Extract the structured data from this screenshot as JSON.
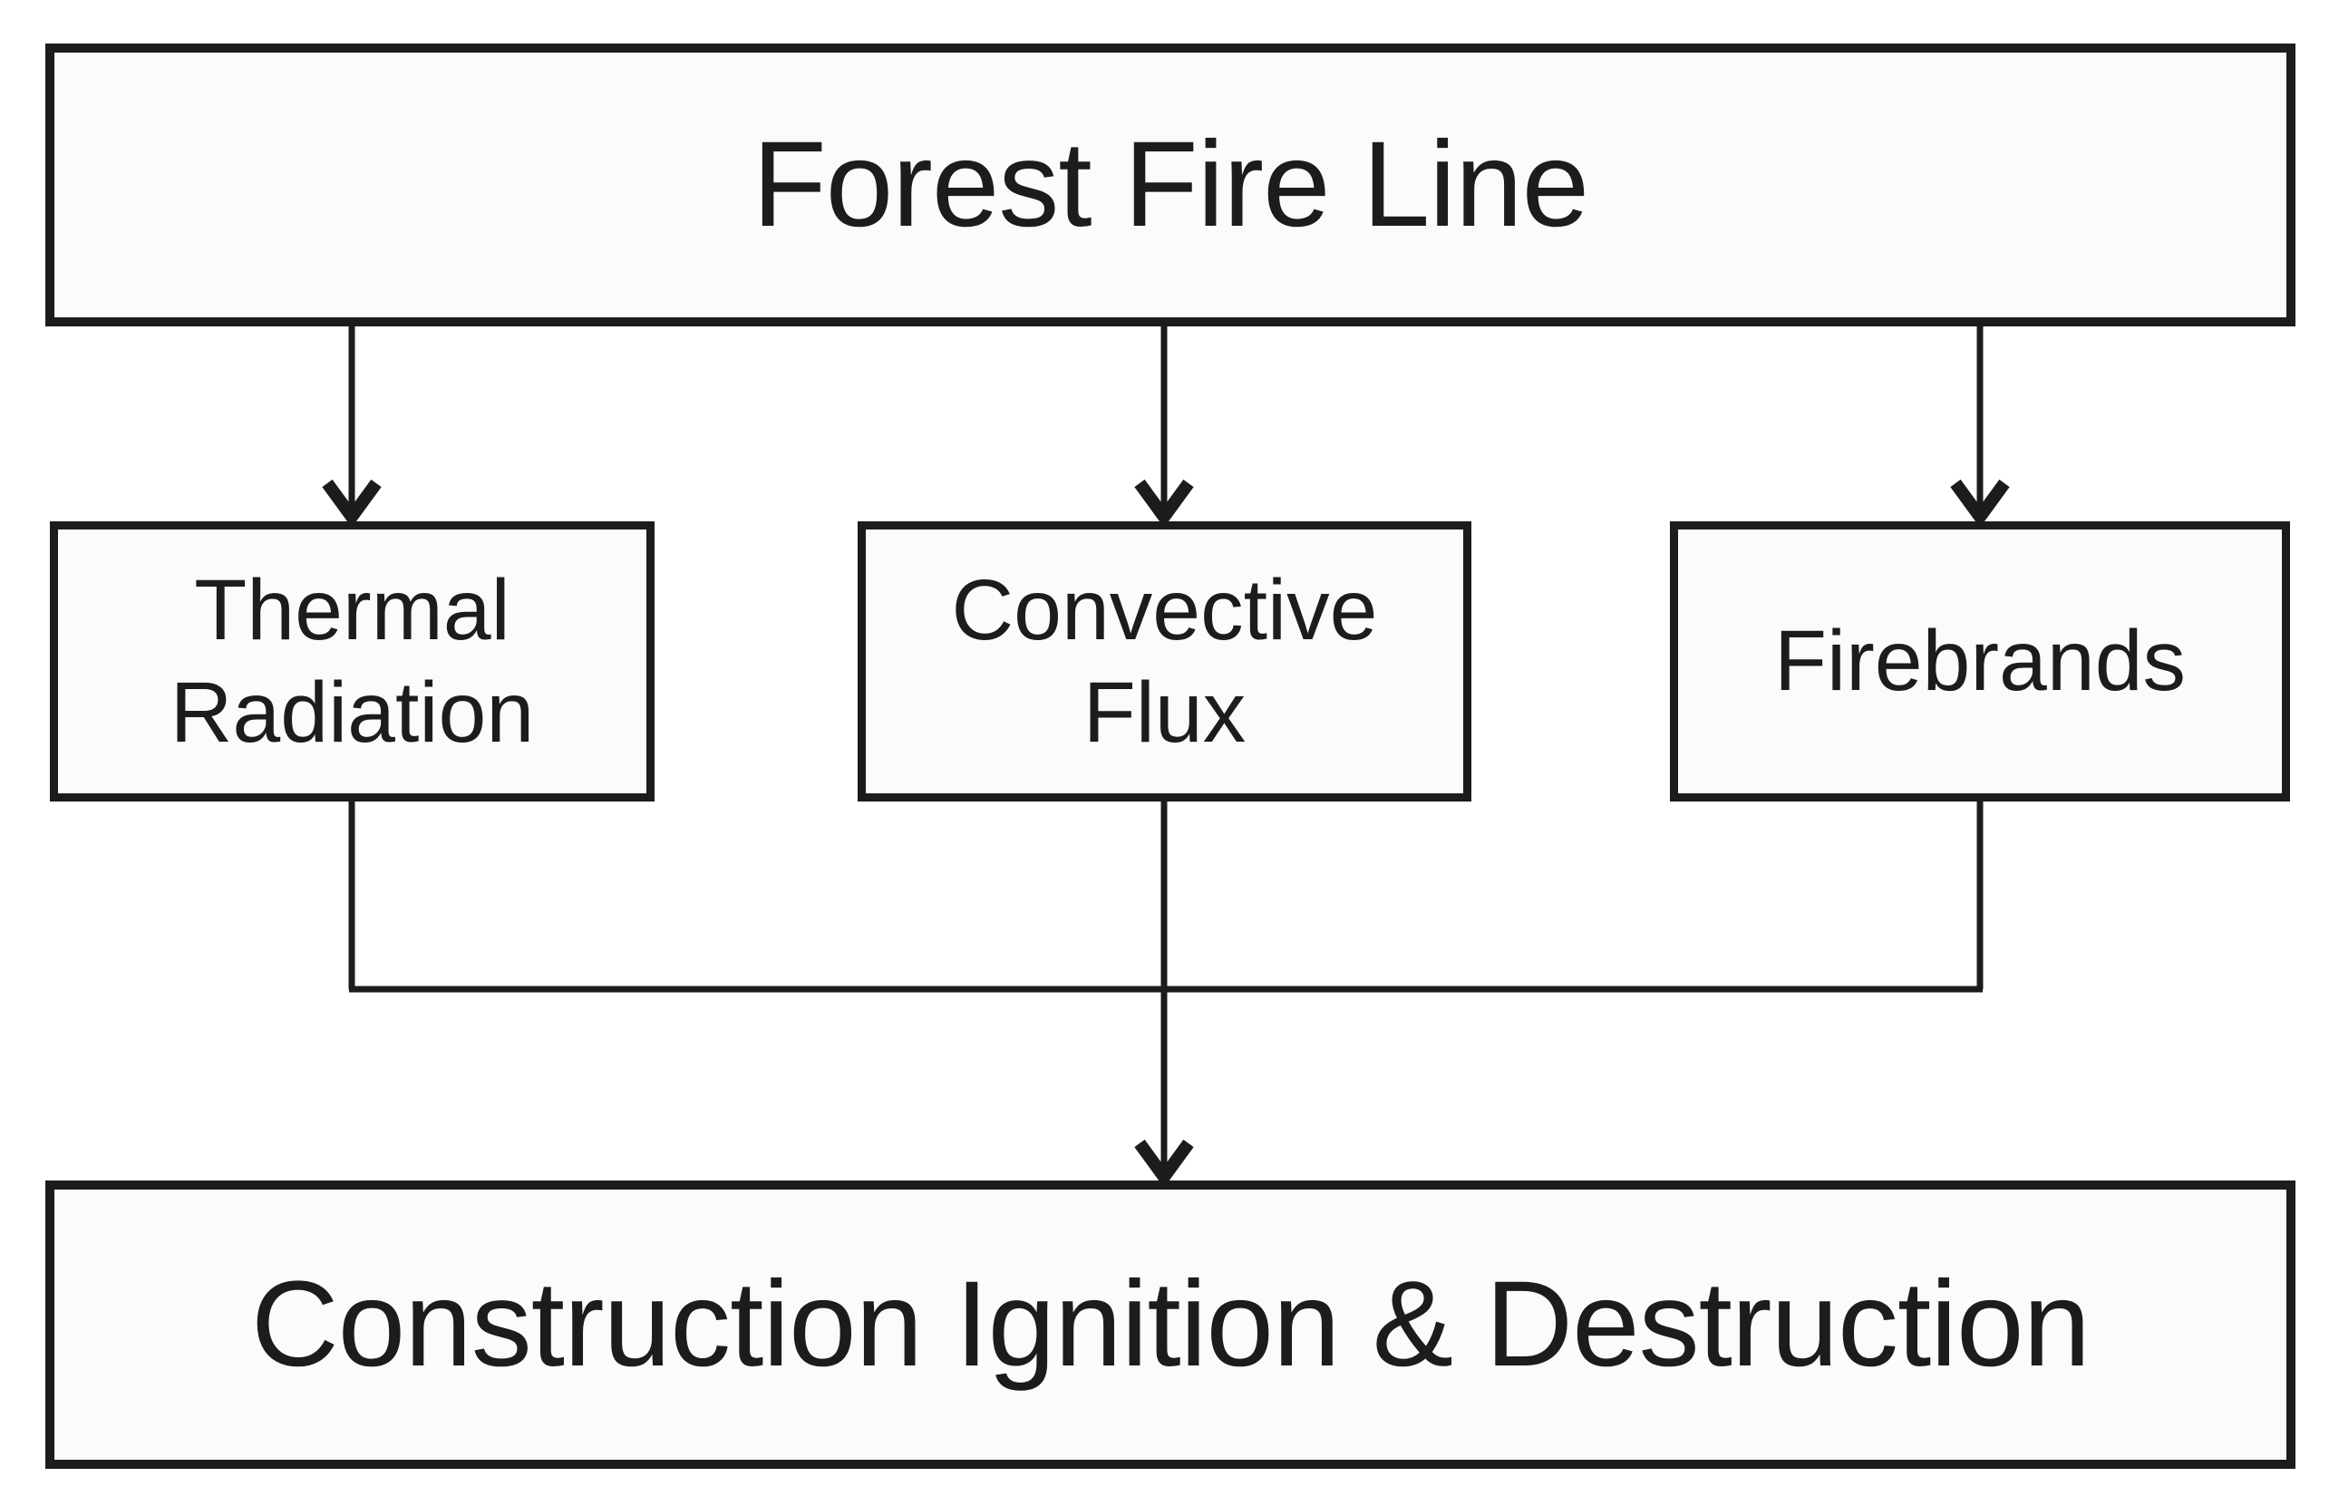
{
  "diagram": {
    "source": {
      "label": "Forest Fire Line"
    },
    "mechanisms": [
      {
        "label": "Thermal Radiation",
        "lines": [
          "Thermal",
          "Radiation"
        ]
      },
      {
        "label": "Convective Flux",
        "lines": [
          "Convective",
          "Flux"
        ]
      },
      {
        "label": "Firebrands",
        "lines": [
          "Firebrands"
        ]
      }
    ],
    "sink": {
      "label": "Construction Ignition & Destruction"
    },
    "edges": [
      {
        "from": "Forest Fire Line",
        "to": "Thermal Radiation",
        "arrow": true
      },
      {
        "from": "Forest Fire Line",
        "to": "Convective Flux",
        "arrow": true
      },
      {
        "from": "Forest Fire Line",
        "to": "Firebrands",
        "arrow": true
      },
      {
        "from": "Thermal Radiation",
        "to": "Construction Ignition & Destruction",
        "arrow": true
      },
      {
        "from": "Convective Flux",
        "to": "Construction Ignition & Destruction",
        "arrow": true
      },
      {
        "from": "Firebrands",
        "to": "Construction Ignition & Destruction",
        "arrow": true
      }
    ]
  },
  "colors": {
    "line": "#1c1c1c",
    "box_fill": "#fbfbfb",
    "background": "#ffffff"
  }
}
